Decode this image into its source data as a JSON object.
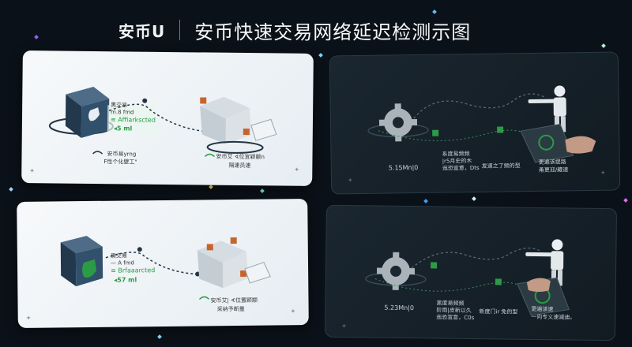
{
  "header": {
    "brand": "安币U",
    "title": "安币快速交易网络延迟检测示图"
  },
  "panels": [
    {
      "theme": "light",
      "left_lines": [
        "黑交易",
        "m.8 fmd",
        "≡ Affiarkscted"
      ],
      "metric": "◂5 ml",
      "source_label_1": "安币易yrng",
      "source_label_2": "F性个化壁工\"",
      "target_label_1": "安币艾 ∢位宜颖颛n",
      "target_label_2": "隔速员速"
    },
    {
      "theme": "dark",
      "rate": "5.15Mn|0",
      "mid_lines": [
        "系度易频频",
        "|r5月史的木",
        "迤恐宣意，Dts"
      ],
      "mid2": "发速之了频的型",
      "end_line_1": "更遍该提路",
      "end_line_2": "甬更迎/藏速"
    },
    {
      "theme": "light",
      "left_lines": [
        "黑交易",
        "— A fmd",
        "≡ Brfaaarcted"
      ],
      "metric": "◂57 ml",
      "source_label_1": "",
      "source_label_2": "",
      "target_label_1": "安币艾| ∢位置颖颛",
      "target_label_2": "采纳予断量"
    },
    {
      "theme": "dark",
      "rate": "5.23Mn|0",
      "mid_lines": [
        "黑度易频频",
        "阶雨|皮新以久",
        "迤恐宣意，C0s"
      ],
      "mid2": "新度门ir 免的型",
      "end_line_1": "更遍该速",
      "end_line_2": "一向专义速滅迪。"
    }
  ],
  "colors": {
    "background": "#0b1118",
    "accent_green": "#23a043",
    "cube_navy": "#2d4a63",
    "node_orange": "#c8642b"
  },
  "icons": [
    "gear-icon",
    "robot-figure",
    "shield-logo-icon",
    "hand-icon",
    "glass-cube-icon",
    "wifi-icon",
    "check-icon"
  ]
}
